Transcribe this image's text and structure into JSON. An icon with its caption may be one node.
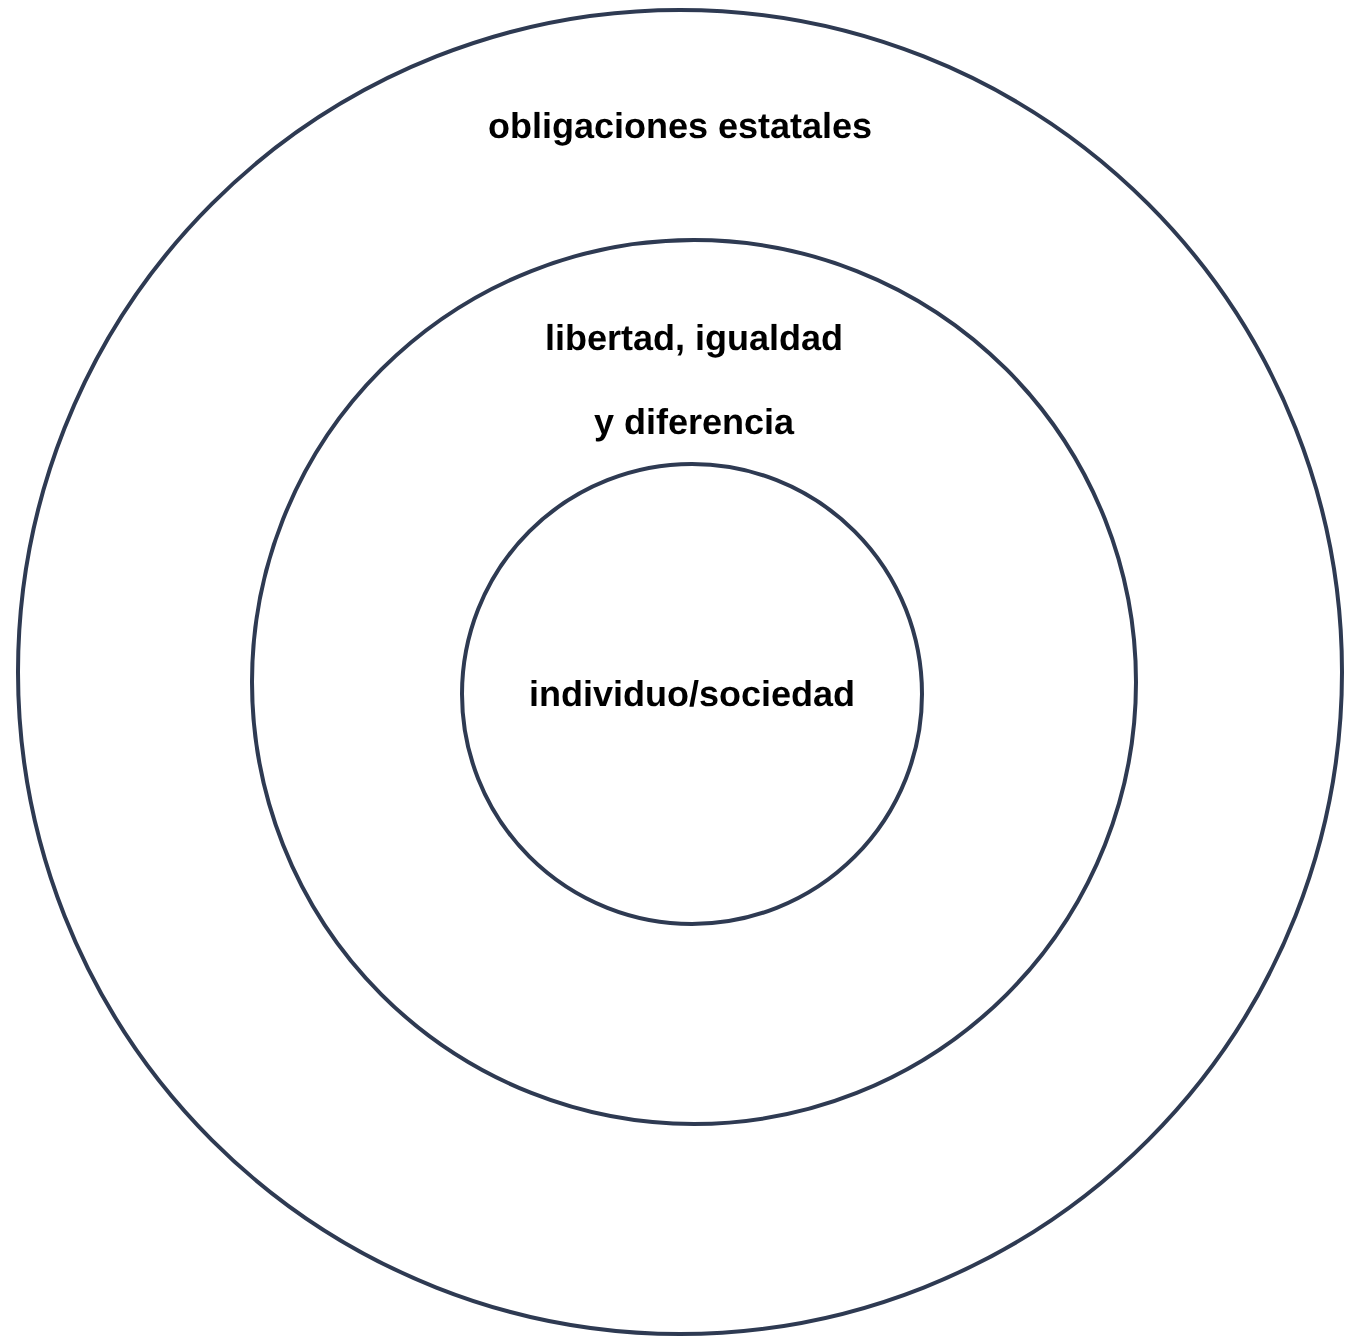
{
  "diagram": {
    "nodes": [
      {
        "text": [
          "obligaciones estatales"
        ]
      },
      {
        "text": [
          "libertad, igualdad y diferencia"
        ],
        "in": 0
      },
      {
        "text": [
          "individuo/sociedad"
        ],
        "in": 1
      }
    ]
  }
}
